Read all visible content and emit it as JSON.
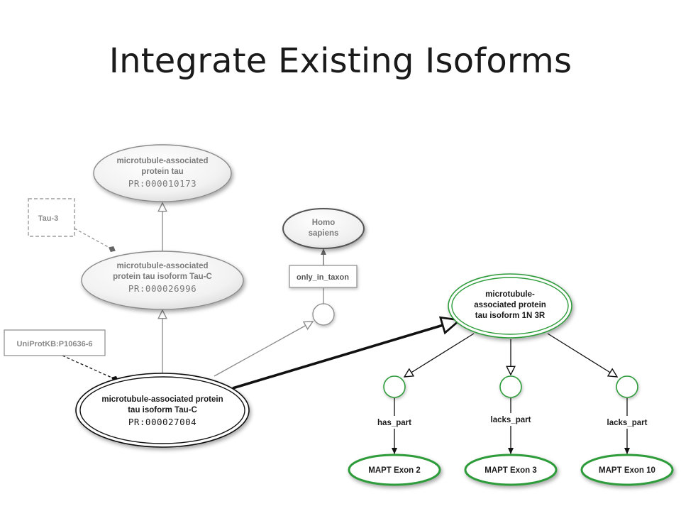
{
  "title": "Integrate Existing Isoforms",
  "nodes": {
    "tau": {
      "line1": "microtubule-associated",
      "line2": "protein tau",
      "id": "PR:000010173"
    },
    "tau_c": {
      "line1": "microtubule-associated",
      "line2": "protein tau isoform Tau-C",
      "id": "PR:000026996"
    },
    "tau_c_human": {
      "line1": "microtubule-associated protein",
      "line2": "tau isoform Tau-C",
      "id": "PR:000027004"
    },
    "homo": {
      "line1": "Homo",
      "line2": "sapiens"
    },
    "iso_1n3r": {
      "line1": "microtubule-",
      "line2": "associated protein",
      "line3": "tau isoform 1N 3R"
    },
    "exon2": {
      "label": "MAPT Exon 2"
    },
    "exon3": {
      "label": "MAPT Exon 3"
    },
    "exon10": {
      "label": "MAPT Exon 10"
    }
  },
  "boxes": {
    "tau3": "Tau-3",
    "uniprot": "UniProtKB:P10636-6",
    "only_in_taxon": "only_in_taxon"
  },
  "edges": {
    "has_part": "has_part",
    "lacks_part_1": "lacks_part",
    "lacks_part_2": "lacks_part"
  },
  "colors": {
    "green": "#2e9c3a",
    "gray": "#8a8a8a",
    "dark": "#111111"
  }
}
